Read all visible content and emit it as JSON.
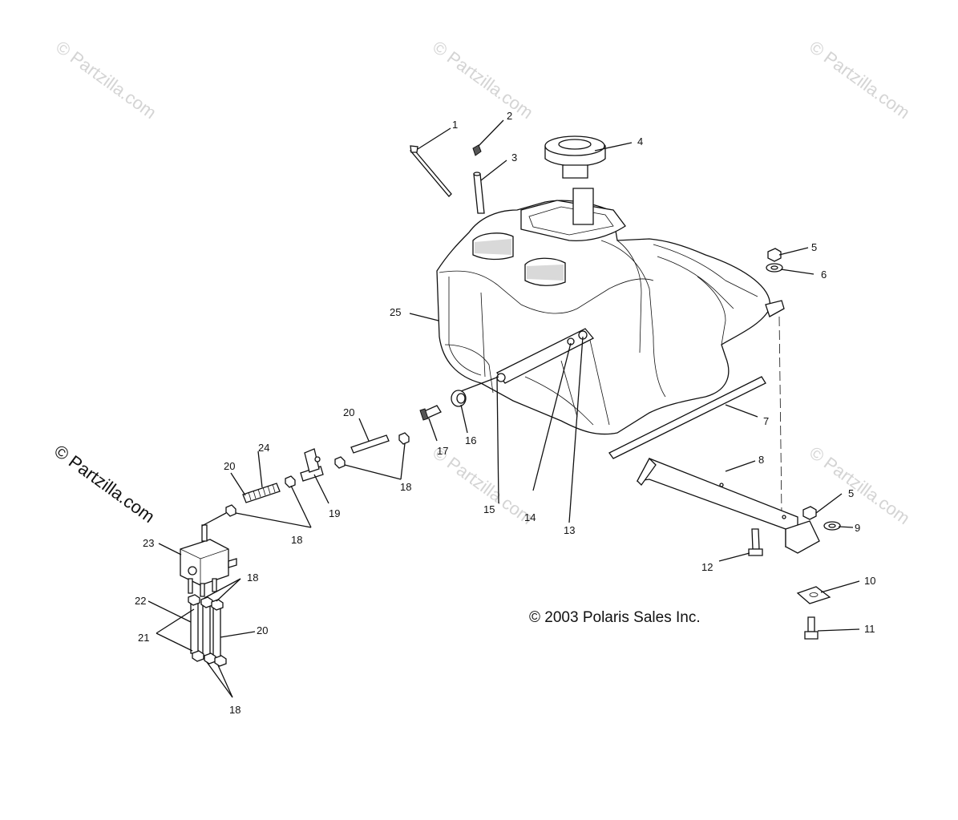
{
  "watermarks": {
    "light": "© Partzilla.com",
    "dark": "© Partzilla.com"
  },
  "copyright": "© 2003 Polaris Sales Inc.",
  "callouts": {
    "c1": "1",
    "c2": "2",
    "c3": "3",
    "c4": "4",
    "c5a": "5",
    "c6": "6",
    "c25": "25",
    "c7": "7",
    "c8": "8",
    "c5b": "5",
    "c9": "9",
    "c12": "12",
    "c10": "10",
    "c11": "11",
    "c13": "13",
    "c14": "14",
    "c15": "15",
    "c16": "16",
    "c17": "17",
    "c20a": "20",
    "c18a": "18",
    "c19": "19",
    "c24": "24",
    "c20b": "20",
    "c18b": "18",
    "c23": "23",
    "c18c": "18",
    "c22": "22",
    "c21": "21",
    "c20c": "20",
    "c18d": "18"
  }
}
